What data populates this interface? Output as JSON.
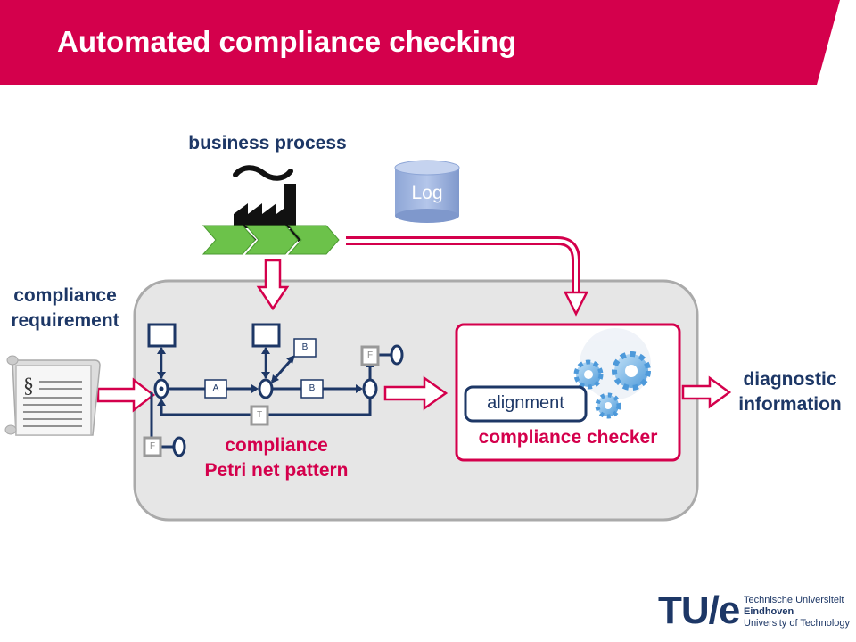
{
  "title": "Automated compliance checking",
  "labels": {
    "business_process": "business process",
    "log": "Log",
    "compliance_requirement_1": "compliance",
    "compliance_requirement_2": "requirement",
    "pattern_1": "compliance",
    "pattern_2": "Petri net pattern",
    "checker": "compliance checker",
    "alignment": "alignment",
    "diagnostic_1": "diagnostic",
    "diagnostic_2": "information"
  },
  "petri": {
    "t_a": "A",
    "t_b_top": "B",
    "t_b": "B",
    "t_t": "T",
    "t_f_right": "F",
    "t_f_left": "F"
  },
  "logo": {
    "mark": "TU/e",
    "line1": "Technische Universiteit",
    "line2": "Eindhoven",
    "line3": "University of Technology"
  },
  "colors": {
    "accent": "#d4004c",
    "navy": "#1d3766",
    "panel": "#e6e6e6",
    "log": "#9eb3dc",
    "green": "#6cc24a"
  }
}
